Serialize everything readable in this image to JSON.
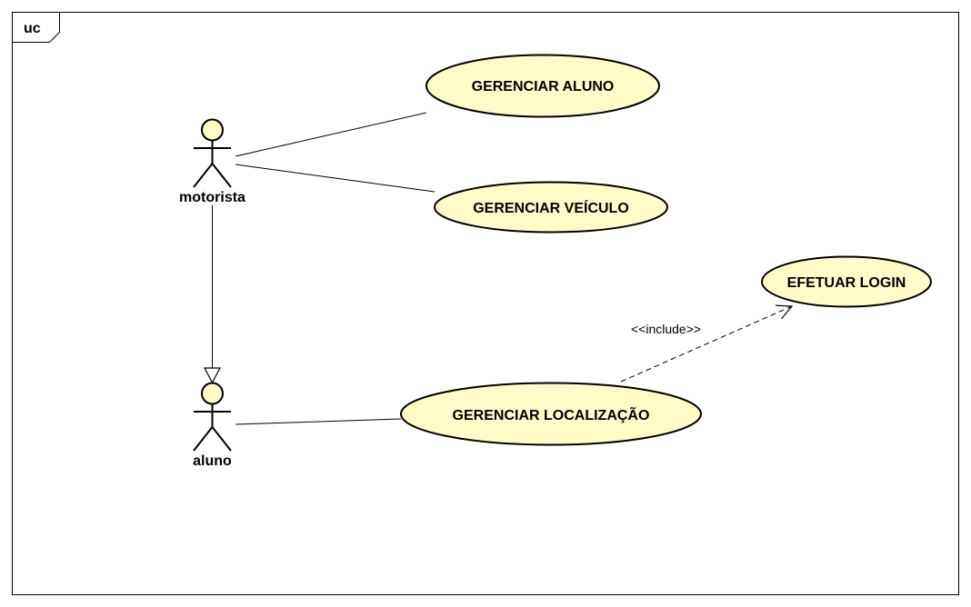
{
  "diagram": {
    "frame_label": "uc",
    "colors": {
      "usecase_fill": "#fffcc8",
      "actor_fill": "#fffcc8",
      "stroke": "#000000",
      "background": "#ffffff"
    },
    "actors": {
      "motorista": "motorista",
      "aluno": "aluno"
    },
    "use_cases": {
      "gerenciar_aluno": "GERENCIAR ALUNO",
      "gerenciar_veiculo": "GERENCIAR VEÍCULO",
      "efetuar_login": "EFETUAR LOGIN",
      "gerenciar_localizacao": "GERENCIAR LOCALIZAÇÃO"
    },
    "relationships": {
      "include_label": "<<include>>"
    }
  }
}
